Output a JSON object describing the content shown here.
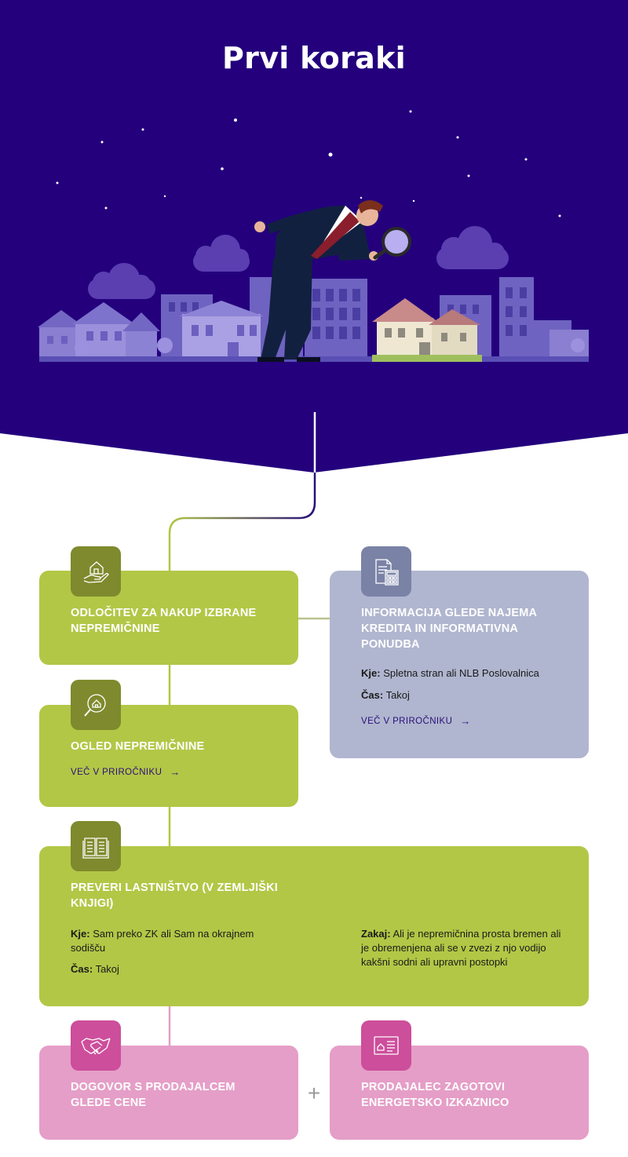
{
  "hero": {
    "title": "Prvi koraki"
  },
  "steps": {
    "decision": {
      "title": "ODLOČITEV ZA NAKUP IZBRANE NEPREMIČNINE",
      "icon": "house-hand-icon"
    },
    "credit_info": {
      "title": "INFORMACIJA GLEDE NAJEMA KREDITA IN INFORMATIVNA PONUDBA",
      "icon": "document-calculator-icon",
      "where_label": "Kje:",
      "where_value": "Spletna stran ali NLB Poslovalnica",
      "time_label": "Čas:",
      "time_value": "Takoj",
      "more_label": "VEČ V PRIROČNIKU",
      "more_arrow": "→"
    },
    "viewing": {
      "title": "OGLED NEPREMIČNINE",
      "icon": "house-search-icon",
      "more_label": "VEČ V PRIROČNIKU",
      "more_arrow": "→"
    },
    "ownership": {
      "title": "PREVERI LASTNIŠTVO (V ZEMLJIŠKI KNJIGI)",
      "icon": "open-book-icon",
      "where_label": "Kje:",
      "where_value": "Sam preko ZK ali Sam na okrajnem sodišču",
      "time_label": "Čas:",
      "time_value": "Takoj",
      "why_label": "Zakaj:",
      "why_value": "Ali je nepremičnina prosta bremen ali je obremenjena ali se v zvezi z njo vodijo kakšni sodni ali upravni postopki"
    },
    "price_agreement": {
      "title": "DOGOVOR S PRODAJALCEM GLEDE CENE",
      "icon": "handshake-icon"
    },
    "energy_certificate": {
      "title": "PRODAJALEC ZAGOTOVI ENERGETSKO IZKAZNICO",
      "icon": "certificate-card-icon"
    },
    "plus_symbol": "+"
  },
  "colors": {
    "hero_bg": "#24007d",
    "green_card": "#b2c746",
    "green_icon": "#7e8a2d",
    "gray_card": "#b0b6cf",
    "gray_icon": "#7a82a6",
    "pink_card": "#e59ec7",
    "pink_icon": "#cd4e9b",
    "link": "#2a0f7a"
  }
}
